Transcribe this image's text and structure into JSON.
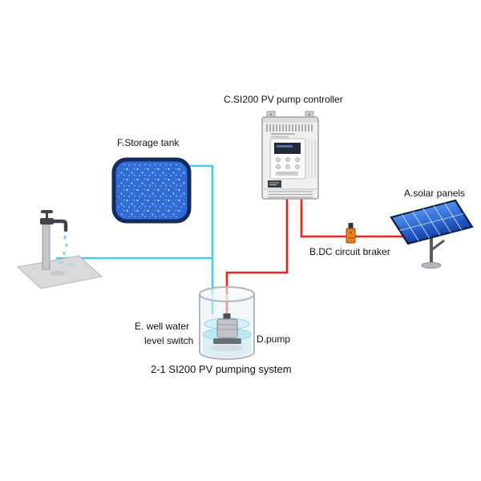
{
  "diagram": {
    "caption": "2-1 SI200 PV pumping system",
    "labels": {
      "controller": "C.SI200 PV pump controller",
      "storage_tank": "F.Storage tank",
      "solar_panels": "A.solar panels",
      "dc_breaker": "B.DC circuit braker",
      "well_switch_line1": "E. well water",
      "well_switch_line2": "level switch",
      "pump": "D.pump"
    },
    "colors": {
      "water_pipe": "#49c9e8",
      "power_wire": "#e8231a",
      "tank_water": "#2f6cd6",
      "tank_outline": "#152a60",
      "panel_light": "#4f8ef0",
      "panel_dark": "#1243ac",
      "breaker_orange": "#e8821e"
    }
  }
}
